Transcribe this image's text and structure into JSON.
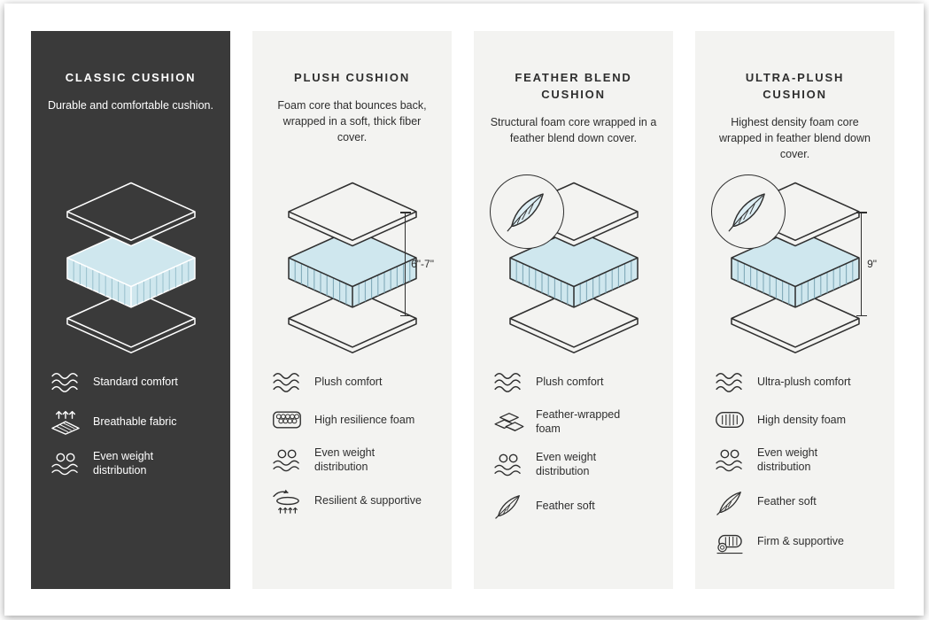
{
  "poster": {
    "panels": [
      {
        "id": "classic",
        "theme": "dark",
        "title": "CLASSIC CUSHION",
        "description": "Durable and comfortable cushion.",
        "background_color": "#3a3a3a",
        "text_color": "#ffffff",
        "illustration": {
          "name": "layered-cushion",
          "badge": null,
          "dimension": null
        },
        "features": [
          {
            "icon": "waves-icon",
            "label": "Standard comfort"
          },
          {
            "icon": "breathable-fabric-icon",
            "label": "Breathable fabric"
          },
          {
            "icon": "weight-distribution-icon",
            "label": "Even weight distribution"
          }
        ]
      },
      {
        "id": "plush",
        "theme": "light",
        "title": "PLUSH CUSHION",
        "description": "Foam core that bounces back, wrapped in a soft, thick fiber cover.",
        "background_color": "#f3f3f1",
        "text_color": "#2e2e2e",
        "illustration": {
          "name": "layered-cushion",
          "badge": null,
          "dimension": "6\"-7\""
        },
        "features": [
          {
            "icon": "waves-icon",
            "label": "Plush comfort"
          },
          {
            "icon": "resilience-foam-icon",
            "label": "High resilience foam"
          },
          {
            "icon": "weight-distribution-icon",
            "label": "Even weight distribution"
          },
          {
            "icon": "resilient-supportive-icon",
            "label": "Resilient & supportive"
          }
        ]
      },
      {
        "id": "feather-blend",
        "theme": "light",
        "title": "FEATHER BLEND CUSHION",
        "description": "Structural foam core wrapped in a feather blend down cover.",
        "background_color": "#f3f3f1",
        "text_color": "#2e2e2e",
        "illustration": {
          "name": "layered-cushion",
          "badge": "feather",
          "dimension": null
        },
        "features": [
          {
            "icon": "waves-icon",
            "label": "Plush comfort"
          },
          {
            "icon": "feather-wrapped-foam-icon",
            "label": "Feather-wrapped foam"
          },
          {
            "icon": "weight-distribution-icon",
            "label": "Even weight distribution"
          },
          {
            "icon": "feather-icon",
            "label": "Feather soft"
          }
        ]
      },
      {
        "id": "ultra-plush",
        "theme": "light",
        "title": "ULTRA-PLUSH CUSHION",
        "description": "Highest density foam core wrapped in feather blend down cover.",
        "background_color": "#f3f3f1",
        "text_color": "#2e2e2e",
        "illustration": {
          "name": "layered-cushion",
          "badge": "feather",
          "dimension": "9\""
        },
        "features": [
          {
            "icon": "waves-icon",
            "label": "Ultra-plush comfort"
          },
          {
            "icon": "density-foam-icon",
            "label": "High density foam"
          },
          {
            "icon": "weight-distribution-icon",
            "label": "Even weight distribution"
          },
          {
            "icon": "feather-icon",
            "label": "Feather soft"
          },
          {
            "icon": "firm-supportive-icon",
            "label": "Firm & supportive"
          }
        ]
      }
    ],
    "colors": {
      "dark_panel": "#3a3a3a",
      "light_panel": "#f3f3f1",
      "foam_fill": "#cfe7ee",
      "foam_stripe": "#7fa9b8",
      "outline_on_light": "#2f2f2f",
      "outline_on_dark": "#ffffff"
    }
  }
}
